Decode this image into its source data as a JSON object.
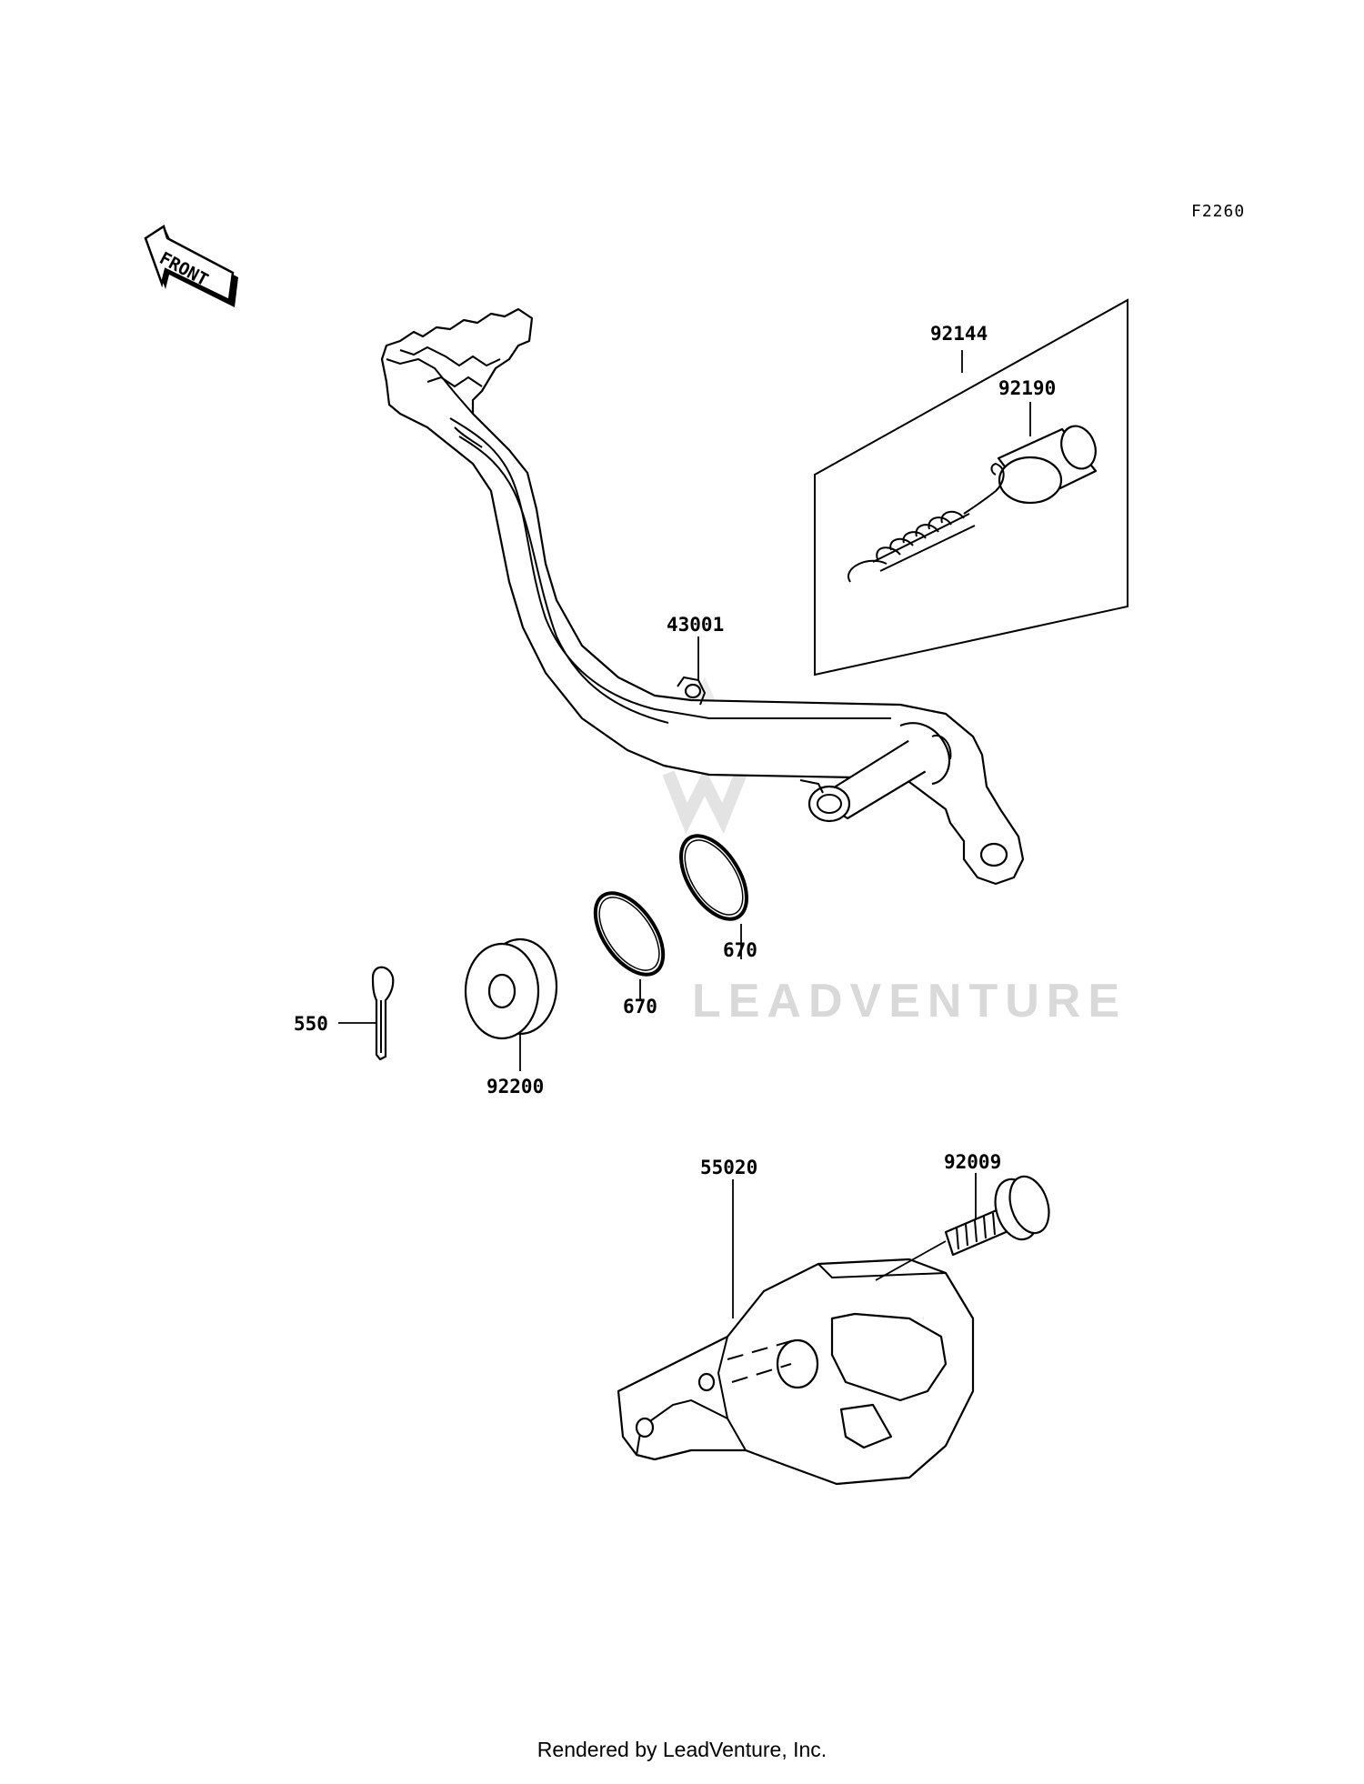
{
  "diagram": {
    "code": "F2260",
    "front_label": "FRONT",
    "watermark": "LEADVENTURE",
    "footer": "Rendered by LeadVenture, Inc.",
    "parts": [
      {
        "id": "p92144",
        "number": "92144"
      },
      {
        "id": "p92190",
        "number": "92190"
      },
      {
        "id": "p43001",
        "number": "43001"
      },
      {
        "id": "p670a",
        "number": "670"
      },
      {
        "id": "p670b",
        "number": "670"
      },
      {
        "id": "p550",
        "number": "550"
      },
      {
        "id": "p92200",
        "number": "92200"
      },
      {
        "id": "p92009",
        "number": "92009"
      },
      {
        "id": "p55020",
        "number": "55020"
      }
    ]
  }
}
